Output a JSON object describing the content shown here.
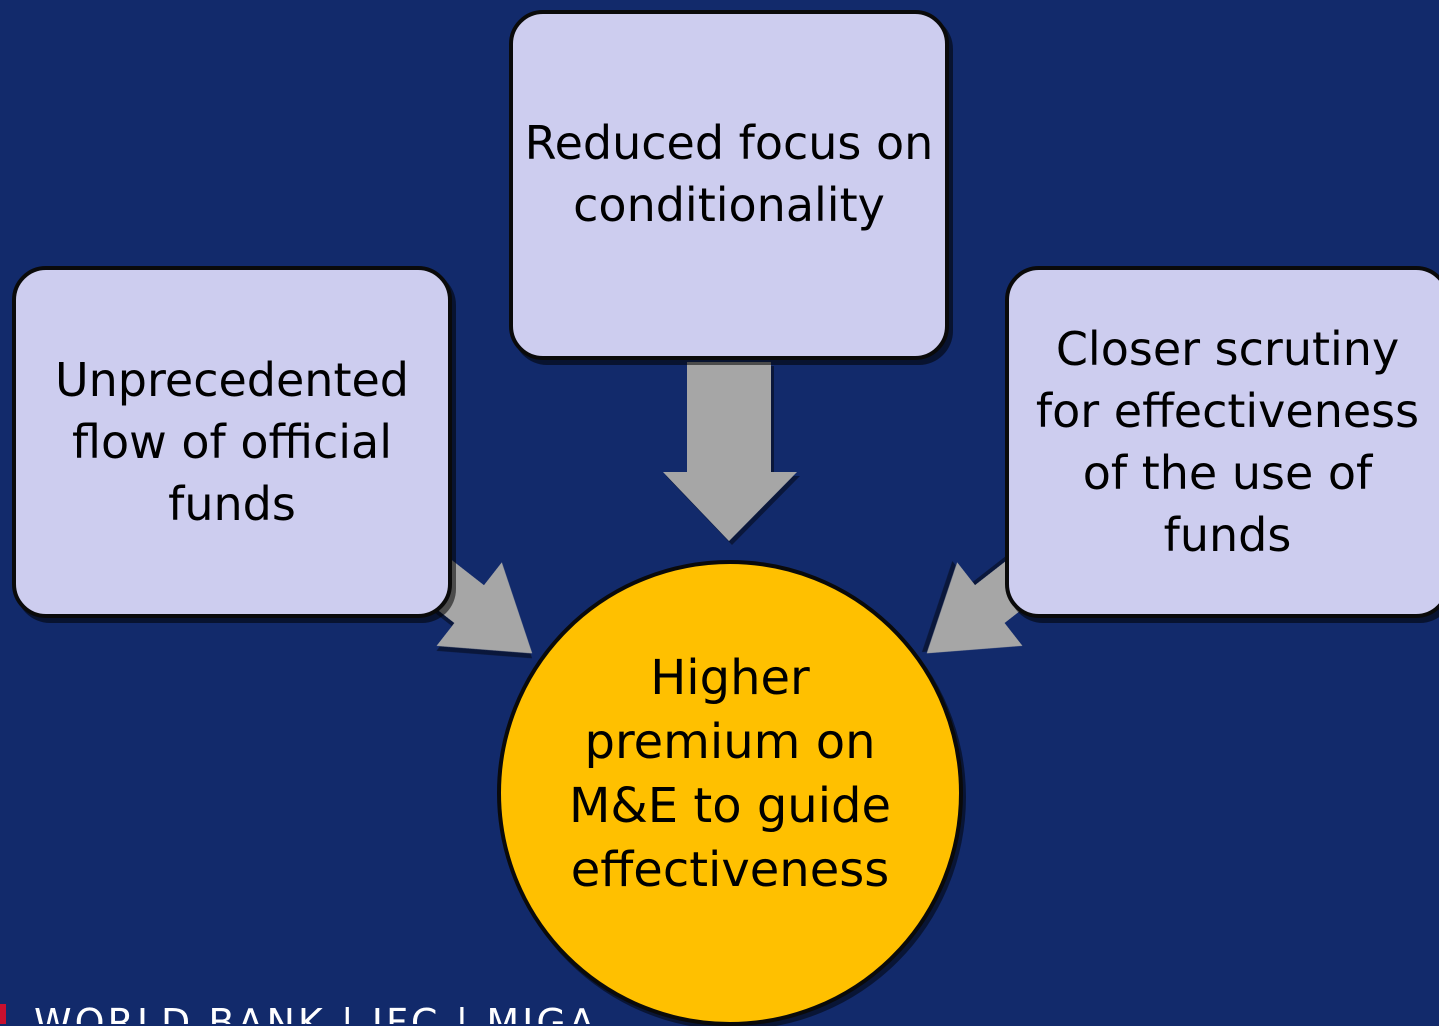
{
  "diagram": {
    "inputs": {
      "left": [
        "Unprecedented",
        "flow of official",
        "funds"
      ],
      "top": [
        "Reduced focus on",
        "conditionality"
      ],
      "right": [
        "Closer scrutiny",
        "for effectiveness",
        "of the use of",
        "funds"
      ]
    },
    "outcome": [
      "Higher",
      "premium on",
      "M&E to guide",
      "effectiveness"
    ]
  },
  "footer": {
    "text": "WORLD BANK | IFC | MIGA"
  },
  "colors": {
    "background": "#122a6b",
    "box_fill": "#cdcdef",
    "outcome_fill": "#ffc000",
    "arrow_fill": "#a6a6a6",
    "footer_mark": "#c8102e"
  }
}
